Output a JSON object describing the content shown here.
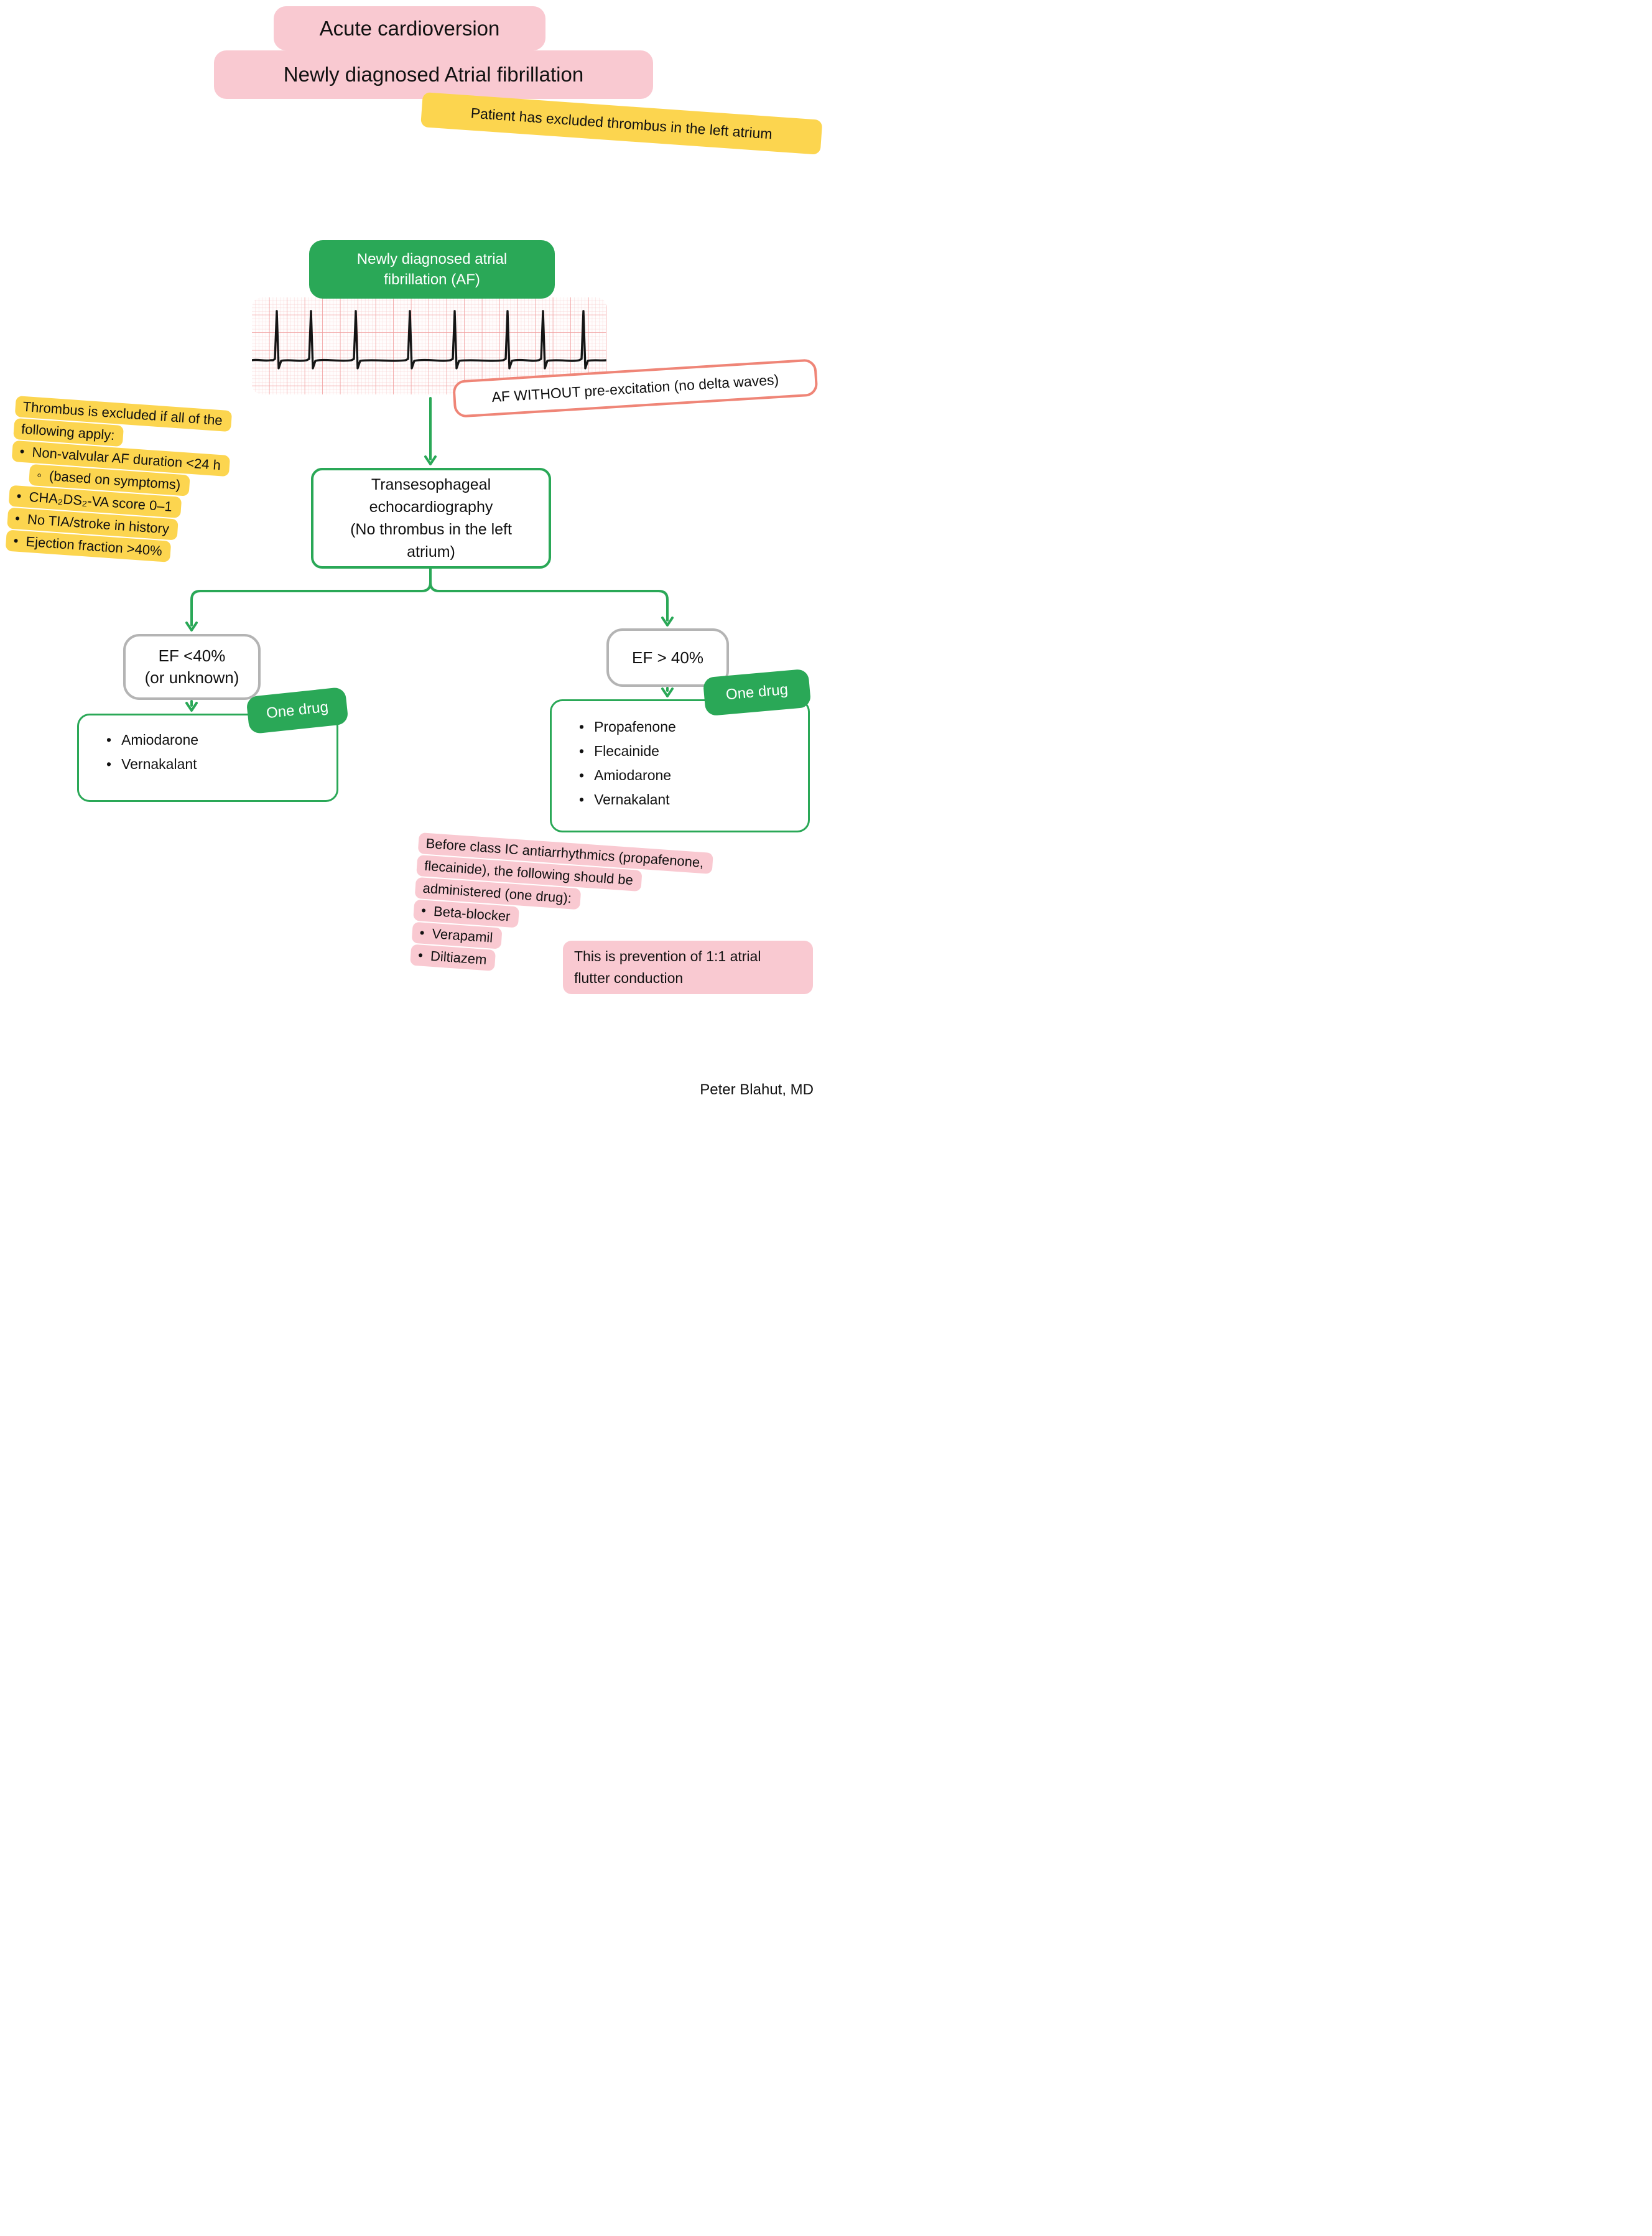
{
  "colors": {
    "green": "#2aa857",
    "pink": "#f9c9d1",
    "yellow": "#fcd54f",
    "salmon_border": "#ef8577",
    "gray_border": "#b4b4b4",
    "ecg_grid_small": "#f8caca",
    "ecg_grid_big": "#f19e9e",
    "text": "#111111"
  },
  "header": {
    "title_line1": "Acute cardioversion",
    "title_line2": "Newly diagnosed Atrial fibrillation",
    "subnote": "Patient has excluded thrombus in the left atrium"
  },
  "flow": {
    "start_line1": "Newly diagnosed atrial",
    "start_line2": "fibrillation (AF)",
    "ecg_note": "AF WITHOUT pre-excitation (no delta waves)",
    "tee_line1": "Transesophageal",
    "tee_line2": "echocardiography",
    "tee_line3": "(No thrombus in the left",
    "tee_line4": "atrium)",
    "ef_low_line1": "EF <40%",
    "ef_low_line2": "(or unknown)",
    "ef_high": "EF > 40%",
    "one_drug": "One drug",
    "drugs_low": [
      "Amiodarone",
      "Vernakalant"
    ],
    "drugs_high": [
      "Propafenone",
      "Flecainide",
      "Amiodarone",
      "Vernakalant"
    ]
  },
  "thrombus_note": {
    "lines": [
      "Thrombus is excluded if all of the",
      "following apply:",
      "•  Non-valvular AF duration <24 h",
      "◦  (based on symptoms)",
      "•  CHA₂DS₂-VA score 0–1",
      "•  No TIA/stroke in history",
      "•  Ejection fraction >40%"
    ]
  },
  "before_ic_note": {
    "lines": [
      "Before class IC antiarrhythmics (propafenone,",
      "flecainide), the following should be",
      "administered (one drug):",
      "•  Beta-blocker",
      "•  Verapamil",
      "•  Diltiazem"
    ]
  },
  "prevention_note": {
    "line1": "This is prevention of 1:1 atrial",
    "line2": "flutter conduction"
  },
  "footer": {
    "author": "Peter Blahut, MD"
  }
}
